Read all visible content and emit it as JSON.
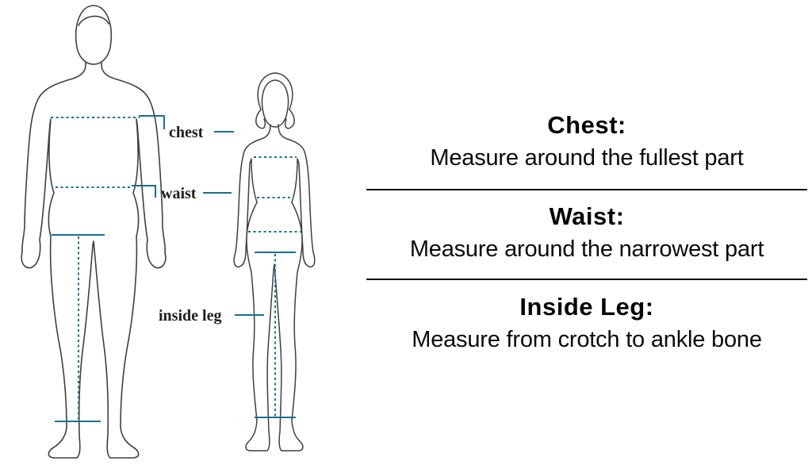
{
  "diagram": {
    "labels": {
      "chest": "chest",
      "waist": "waist",
      "inside_leg": "inside leg"
    },
    "colors": {
      "figure_outline": "#3f3f3f",
      "measurement_line": "#19708e",
      "label_text": "#1e1e1e"
    }
  },
  "instructions": [
    {
      "heading": "Chest:",
      "body": "Measure around the fullest part"
    },
    {
      "heading": "Waist:",
      "body": "Measure around the narrowest part"
    },
    {
      "heading": "Inside Leg:",
      "body": "Measure from crotch to ankle bone"
    }
  ]
}
